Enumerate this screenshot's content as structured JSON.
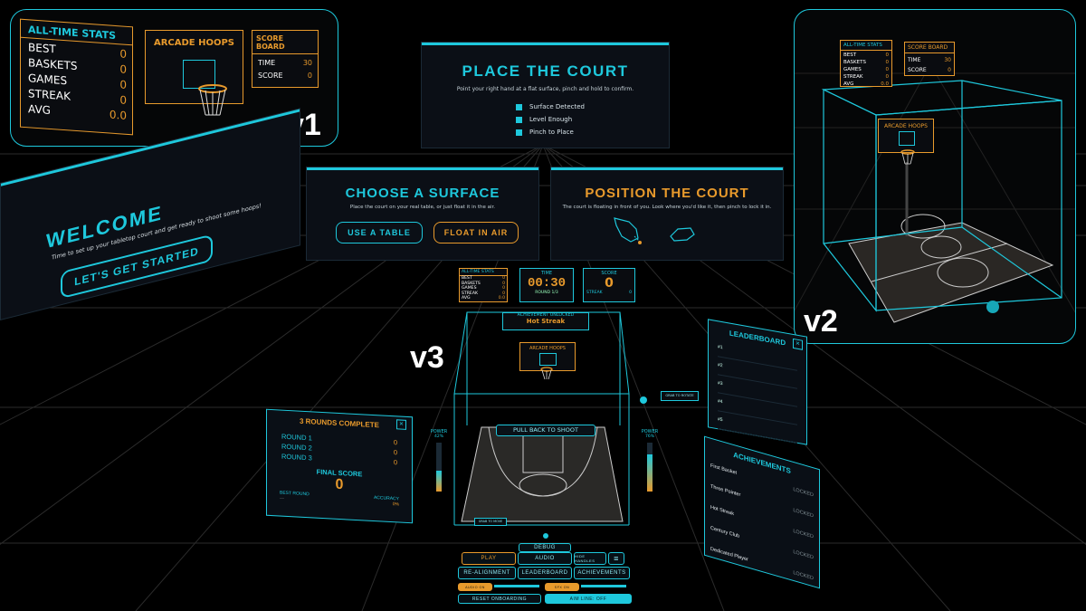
{
  "colors": {
    "accent": "#1ec8dc",
    "orange": "#e89a2c",
    "bg": "#000000",
    "panel": "#0b0f16"
  },
  "labels": {
    "v1": "v1",
    "v2": "v2",
    "v3": "v3"
  },
  "v1": {
    "stats_title": "ALL-TIME STATS",
    "stats": [
      {
        "label": "BEST",
        "value": "0"
      },
      {
        "label": "BASKETS",
        "value": "0"
      },
      {
        "label": "GAMES",
        "value": "0"
      },
      {
        "label": "STREAK",
        "value": "0"
      },
      {
        "label": "AVG",
        "value": "0.0"
      }
    ],
    "hoops_title": "ARCADE HOOPS",
    "score_title": "SCORE BOARD",
    "score_rows": [
      {
        "label": "TIME",
        "value": "30"
      },
      {
        "label": "SCORE",
        "value": "0"
      }
    ]
  },
  "v2": {
    "stats_title": "ALL-TIME STATS",
    "stats": [
      {
        "label": "BEST",
        "value": "0"
      },
      {
        "label": "BASKETS",
        "value": "0"
      },
      {
        "label": "GAMES",
        "value": "0"
      },
      {
        "label": "STREAK",
        "value": "0"
      },
      {
        "label": "AVG",
        "value": "0.0"
      }
    ],
    "score_title": "SCORE BOARD",
    "score_rows": [
      {
        "label": "TIME",
        "value": "30"
      },
      {
        "label": "SCORE",
        "value": "0"
      }
    ],
    "hoops_title": "ARCADE HOOPS"
  },
  "place": {
    "title": "PLACE THE COURT",
    "subtitle": "Point your right hand at a flat surface, pinch and hold to confirm.",
    "checks": [
      "Surface Detected",
      "Level Enough",
      "Pinch to Place"
    ]
  },
  "welcome": {
    "title": "WELCOME",
    "subtitle": "Time to set up your tabletop court and get ready to shoot some hoops!",
    "button": "LET'S GET STARTED"
  },
  "choose": {
    "title": "CHOOSE A SURFACE",
    "subtitle": "Place the court on your real table, or just float it in the air.",
    "btn_table": "USE A TABLE",
    "btn_air": "FLOAT IN AIR"
  },
  "position": {
    "title": "POSITION THE COURT",
    "subtitle": "The court is floating in front of you. Look where you'd like it, then pinch to lock it in."
  },
  "v3": {
    "stats_title": "ALL-TIME STATS",
    "stats": [
      {
        "label": "BEST",
        "value": "0"
      },
      {
        "label": "BASKETS",
        "value": "0"
      },
      {
        "label": "GAMES",
        "value": "0"
      },
      {
        "label": "STREAK",
        "value": "0"
      },
      {
        "label": "AVG",
        "value": "0.0"
      }
    ],
    "time_label": "TIME",
    "time_value": "00:30",
    "round": "ROUND 1/3",
    "score_label": "SCORE",
    "score_value": "0",
    "streak": "STREAK",
    "streak_value": "0",
    "achievement_title": "ACHIEVEMENT UNLOCKED",
    "achievement_name": "Hot Streak",
    "hoops_title": "ARCADE HOOPS",
    "pull_back": "PULL BACK TO SHOOT",
    "grab_rotate": "GRAB TO ROTATE",
    "grab_move": "GRAB TO MOVE",
    "power_label": "POWER",
    "power_left": "42%",
    "power_right": "76%",
    "power_left_level": 0.42,
    "power_right_level": 0.76,
    "rounds": {
      "title": "3 ROUNDS COMPLETE",
      "rows": [
        {
          "label": "ROUND 1",
          "value": "0"
        },
        {
          "label": "ROUND 2",
          "value": "0"
        },
        {
          "label": "ROUND 3",
          "value": "0"
        }
      ],
      "final_label": "FINAL SCORE",
      "final_value": "0",
      "best_label": "BEST ROUND",
      "best_value": "—",
      "acc_label": "ACCURACY",
      "acc_value": "0%",
      "close": "×"
    },
    "leaderboard": {
      "title": "LEADERBOARD",
      "ranks": [
        "#1",
        "#2",
        "#3",
        "#4",
        "#5"
      ],
      "close": "×"
    },
    "achievements": {
      "title": "ACHIEVEMENTS",
      "items": [
        {
          "name": "First Basket",
          "status": "LOCKED"
        },
        {
          "name": "Three Pointer",
          "status": "LOCKED"
        },
        {
          "name": "Hot Streak",
          "status": "LOCKED"
        },
        {
          "name": "Century Club",
          "status": "LOCKED"
        },
        {
          "name": "Dedicated Player",
          "status": "LOCKED"
        }
      ]
    },
    "controls": {
      "debug": "DEBUG",
      "play": "PLAY",
      "audio": "AUDIO",
      "hide_handles": "HIDE HANDLES",
      "menu": "≡",
      "realign": "RE-ALIGNMENT",
      "leaderboard": "LEADERBOARD",
      "achievements": "ACHIEVEMENTS",
      "audio_on": "AUDIO ON",
      "sfx_on": "SFX ON",
      "reset": "RESET ONBOARDING",
      "aim": "AIM LINE: OFF"
    }
  }
}
